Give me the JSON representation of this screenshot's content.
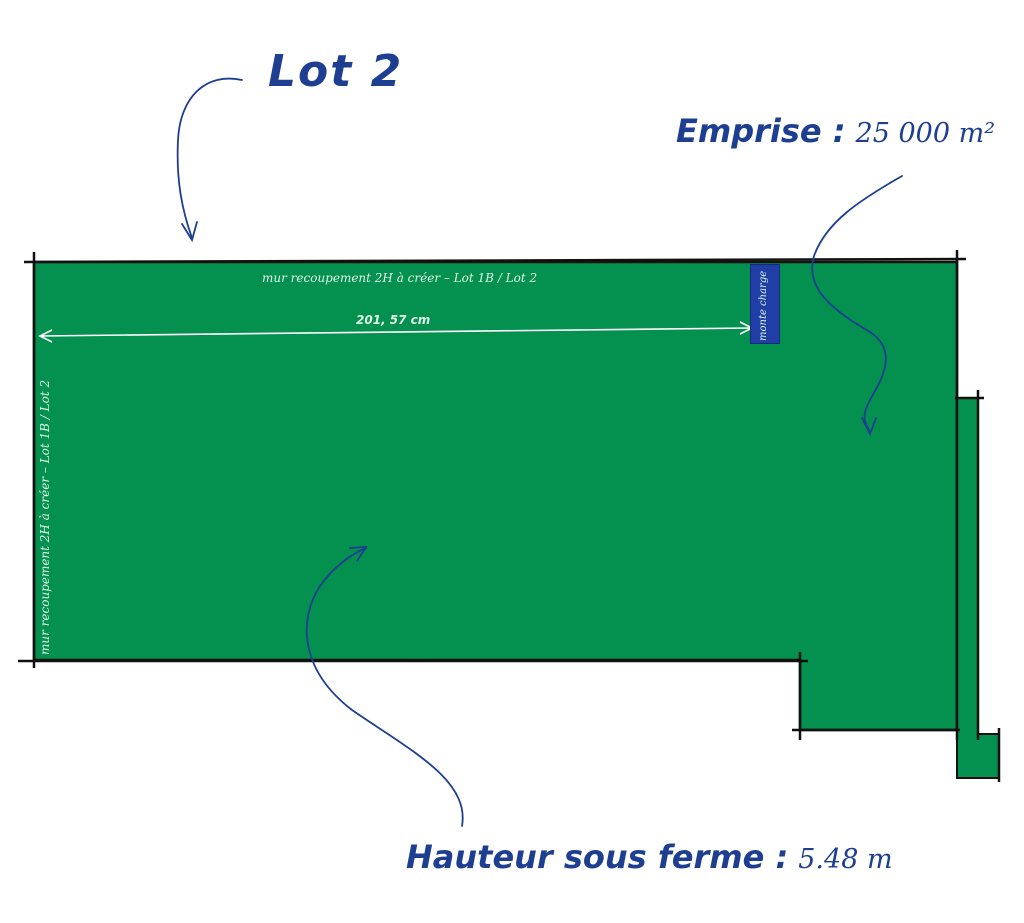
{
  "title": "Lot 2",
  "emprise": {
    "label": "Emprise :",
    "value": "25 000 m²"
  },
  "hauteur": {
    "label": "Hauteur sous ferme :",
    "value": "5.48 m"
  },
  "walls": {
    "top_label": "mur recoupement 2H à créer – Lot 1B / Lot 2",
    "left_label": "mur recoupement 2H à créer – Lot 1B / Lot 2"
  },
  "dimension": {
    "label": "201, 57 cm"
  },
  "lift": {
    "label": "monte charge"
  },
  "colors": {
    "ink": "#1d3e91",
    "building": "#04904f",
    "outline": "#111111",
    "annotation_text": "#dff5e6",
    "lift": "#1f3fa6"
  }
}
